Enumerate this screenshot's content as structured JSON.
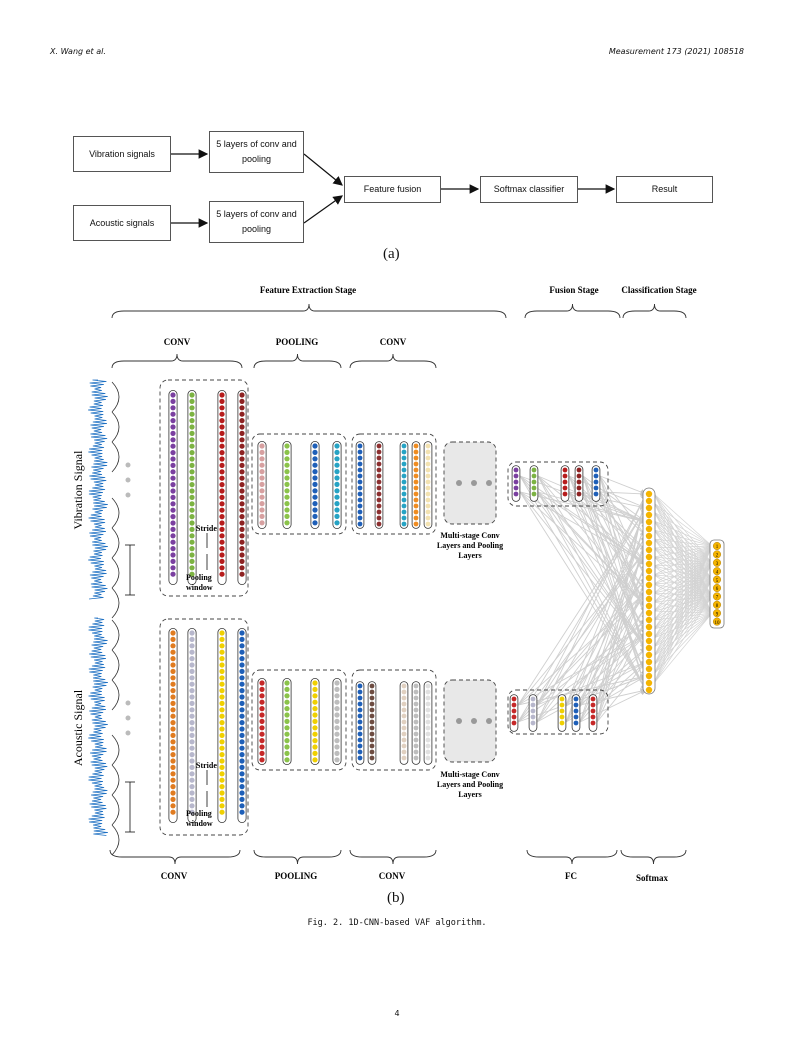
{
  "header": {
    "left": "X. Wang et al.",
    "right": "Measurement 173 (2021) 108518"
  },
  "flowchart": {
    "vibration": "Vibration signals",
    "acoustic": "Acoustic signals",
    "conv_line1": "5 layers of conv and",
    "conv_line2": "pooling",
    "fusion": "Feature fusion",
    "softmax": "Softmax classifier",
    "result": "Result"
  },
  "sub_a": "(a)",
  "sub_b": "(b)",
  "stages": {
    "extraction": "Feature Extraction Stage",
    "fusion": "Fusion Stage",
    "classification": "Classification Stage"
  },
  "layers": {
    "conv": "CONV",
    "pooling": "POOLING",
    "fc": "FC",
    "softmax": "Softmax"
  },
  "signals": {
    "vibration": "Vibration Signal",
    "acoustic": "Acoustic Signal"
  },
  "notes": {
    "stride": "Stride",
    "pooling_window_1": "Pooling",
    "pooling_window_2": "window",
    "multi_1": "Multi-stage Conv",
    "multi_2": "Layers  and Pooling",
    "multi_3": "Layers"
  },
  "classes": [
    "1",
    "2",
    "3",
    "4",
    "5",
    "6",
    "7",
    "8",
    "9",
    "10"
  ],
  "caption": "Fig. 2. 1D-CNN-based VAF algorithm.",
  "page_number": "4"
}
